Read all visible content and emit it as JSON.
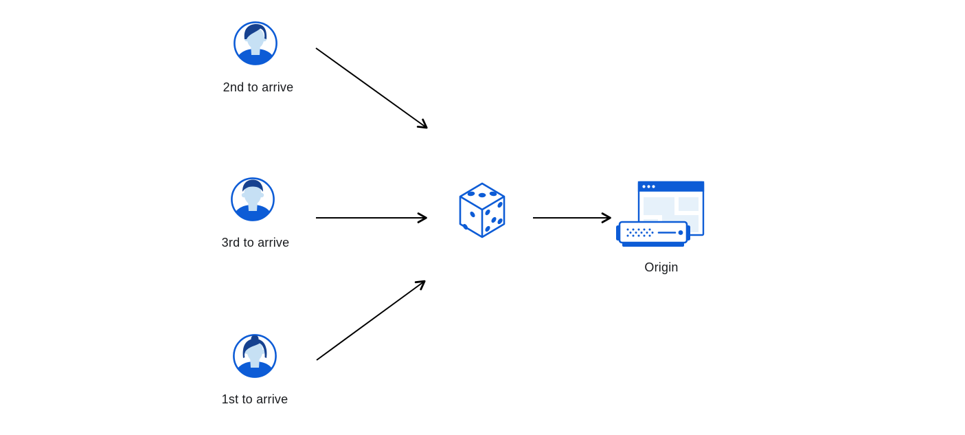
{
  "clients": [
    {
      "label": "2nd to arrive",
      "icon": "man-avatar-swept-hair"
    },
    {
      "label": "3rd to arrive",
      "icon": "man-avatar-short-hair"
    },
    {
      "label": "1st to arrive",
      "icon": "woman-avatar-bun"
    }
  ],
  "selector": {
    "icon": "dice",
    "top_face_dots": 3,
    "left_face_dots": 2,
    "right_face_dots": 5
  },
  "origin": {
    "label": "Origin",
    "icons": [
      "browser-window",
      "server"
    ]
  },
  "colors": {
    "outline_blue": "#0d5cd6",
    "dark_hair_blue": "#16418f",
    "face_light_blue": "#c6e0f4",
    "panel_light_blue": "#e6f1fa",
    "arrow_black": "#000000",
    "text": "#17191c",
    "background": "#ffffff"
  }
}
